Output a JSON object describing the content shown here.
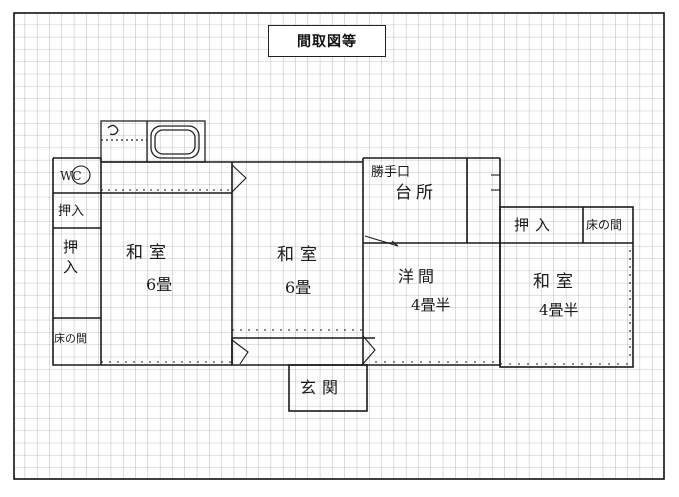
{
  "title": "間取図等",
  "rooms": {
    "washitsu_6_left": {
      "name": "和室",
      "size": "6畳"
    },
    "washitsu_6_center": {
      "name": "和室",
      "size": "6畳"
    },
    "yoshitsu": {
      "name": "洋間",
      "size": "4畳半"
    },
    "washitsu_4_right": {
      "name": "和室",
      "size": "4畳半"
    },
    "kitchen": {
      "name": "台所",
      "note": "勝手口"
    },
    "entrance": {
      "name": "玄関"
    },
    "oshiire_top_left": {
      "name": "押入"
    },
    "oshiire_left": {
      "name": "押入"
    },
    "tokonoma_left": {
      "name": "床の間"
    },
    "oshiire_right": {
      "name": "押入"
    },
    "tokonoma_right": {
      "name": "床の間"
    },
    "wc": {
      "name": "WC"
    }
  }
}
